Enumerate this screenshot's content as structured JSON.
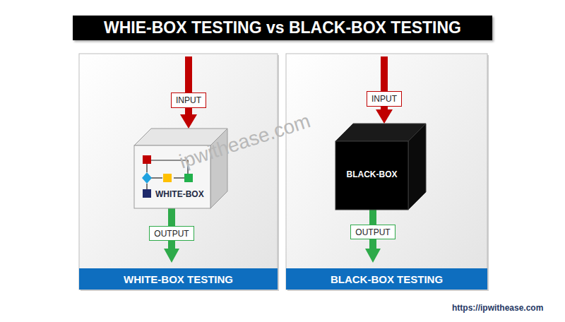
{
  "diagram": {
    "title": "WHIE-BOX TESTING vs BLACK-BOX TESTING",
    "nodes": [
      {
        "text": [
          "INPUT"
        ]
      },
      {
        "text": [
          "WHITE-BOX"
        ]
      },
      {
        "text": [
          "OUTPUT"
        ]
      },
      {
        "text": [
          "WHITE-BOX TESTING"
        ]
      },
      {
        "text": [
          "INPUT"
        ]
      },
      {
        "text": [
          "BLACK-BOX"
        ]
      },
      {
        "text": [
          "OUTPUT"
        ]
      },
      {
        "text": [
          "BLACK-BOX TESTING"
        ]
      }
    ],
    "edges": [
      {
        "from": 0,
        "to": 1,
        "arrow": "to"
      },
      {
        "from": 1,
        "to": 2,
        "arrow": "none"
      },
      {
        "from": 4,
        "to": 5,
        "arrow": "to"
      },
      {
        "from": 5,
        "to": 6,
        "arrow": "none"
      }
    ],
    "labels": [
      "ipwithease.com",
      "https://ipwithease.com"
    ]
  }
}
